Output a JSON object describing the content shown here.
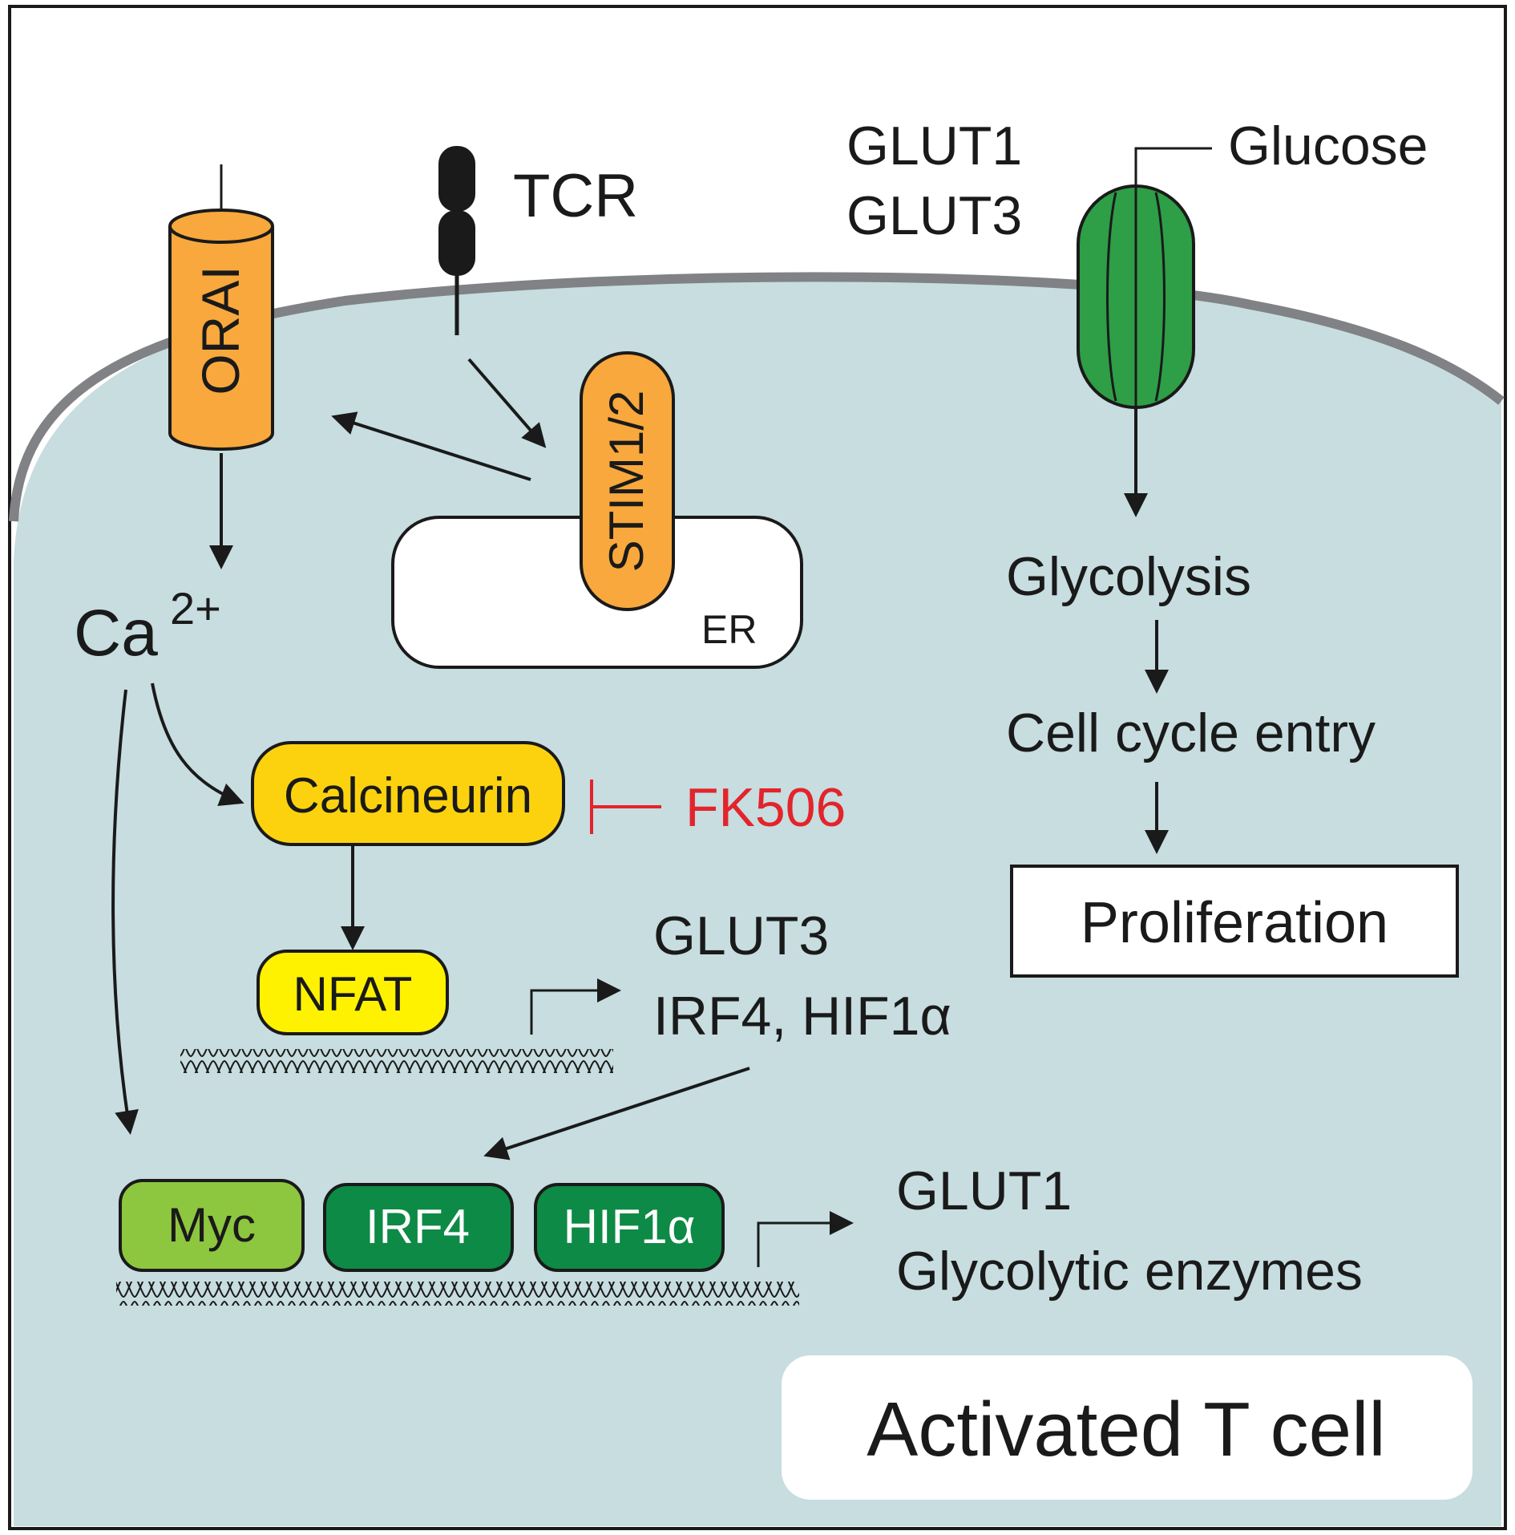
{
  "labels": {
    "tcr": "TCR",
    "orai": "ORAI",
    "stim": "STIM1/2",
    "er": "ER",
    "ca": "Ca",
    "ca_sup": "2+",
    "glut_top_1": "GLUT1",
    "glut_top_2": "GLUT3",
    "glucose": "Glucose",
    "glycolysis": "Glycolysis",
    "cell_cycle": "Cell cycle entry",
    "proliferation": "Proliferation",
    "calcineurin": "Calcineurin",
    "fk506": "FK506",
    "nfat": "NFAT",
    "targets1_line1": "GLUT3",
    "targets1_line2": "IRF4, HIF1α",
    "myc": "Myc",
    "irf4": "IRF4",
    "hif1a": "HIF1α",
    "targets2_line1": "GLUT1",
    "targets2_line2": "Glycolytic enzymes",
    "cell_label": "Activated T cell"
  },
  "colors": {
    "cytoplasm": "#c7dde0",
    "membrane": "#808285",
    "orai": "#f8a83c",
    "stim": "#f8a83c",
    "glut": "#2e9e47",
    "calcineurin": "#fcd20f",
    "nfat": "#fff200",
    "myc": "#8dc63f",
    "irf4": "#0d8a45",
    "hif1a": "#0d8a45",
    "inhibitor": "#e3242b"
  }
}
